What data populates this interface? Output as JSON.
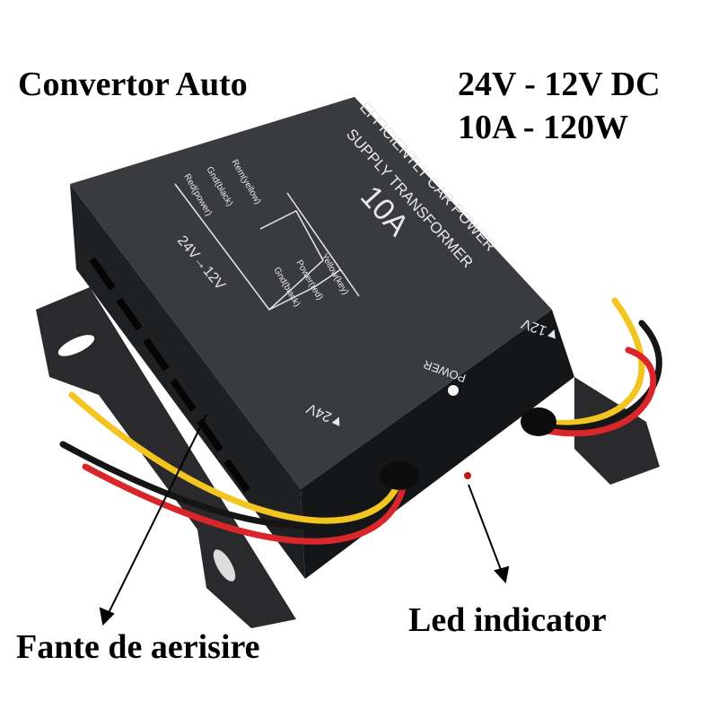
{
  "captions": {
    "title": "Convertor Auto",
    "spec_voltage": "24V - 12V DC",
    "spec_power": "10A - 120W",
    "led_label": "Led indicator",
    "vent_label": "Fante de aerisire"
  },
  "device": {
    "brand_line1": "EFFICIENTLY CAR POWER",
    "brand_line2": "SUPPLY TRANSFORMER",
    "current": "10A",
    "conversion": "24V→12V",
    "input_labels": [
      "Rem(yellow)",
      "Gnd(black)",
      "Red(power)"
    ],
    "output_labels": [
      "Yellow(key)",
      "Power(red)",
      "Gnd(black)"
    ],
    "power_label": "POWER",
    "input_voltage": "▼24V",
    "output_voltage": "▼12V"
  },
  "colors": {
    "body": "#3a3b3e",
    "wire_red": "#d8262a",
    "wire_yellow": "#f2c521",
    "wire_black": "#151515",
    "led": "#c0161a"
  }
}
